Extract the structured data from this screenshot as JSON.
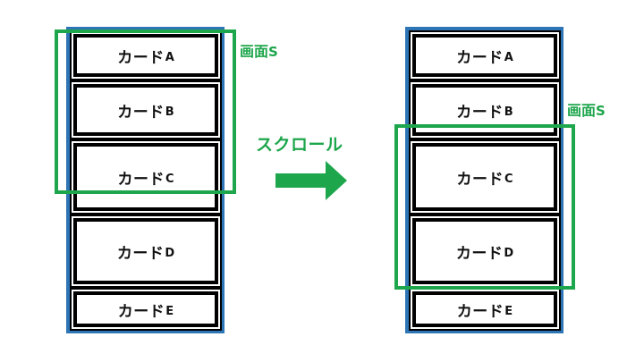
{
  "colors": {
    "phone_frame": "#2E75B6",
    "screen_frame": "#1EA64C",
    "card_border": "#000000",
    "arrow": "#1EA64C"
  },
  "before": {
    "cards": [
      {
        "text": "カード",
        "suffix": "A"
      },
      {
        "text": "カード",
        "suffix": "B"
      },
      {
        "text": "カード",
        "suffix": "C"
      },
      {
        "text": "カード",
        "suffix": "D"
      },
      {
        "text": "カード",
        "suffix": "E"
      }
    ],
    "screen_label": {
      "text": "画面",
      "suffix": "S"
    }
  },
  "after": {
    "cards": [
      {
        "text": "カード",
        "suffix": "A"
      },
      {
        "text": "カード",
        "suffix": "B"
      },
      {
        "text": "カード",
        "suffix": "C"
      },
      {
        "text": "カード",
        "suffix": "D"
      },
      {
        "text": "カード",
        "suffix": "E"
      }
    ],
    "screen_label": {
      "text": "画面",
      "suffix": "S"
    }
  },
  "transition": {
    "label": "スクロール",
    "icon": "right-arrow-icon"
  }
}
